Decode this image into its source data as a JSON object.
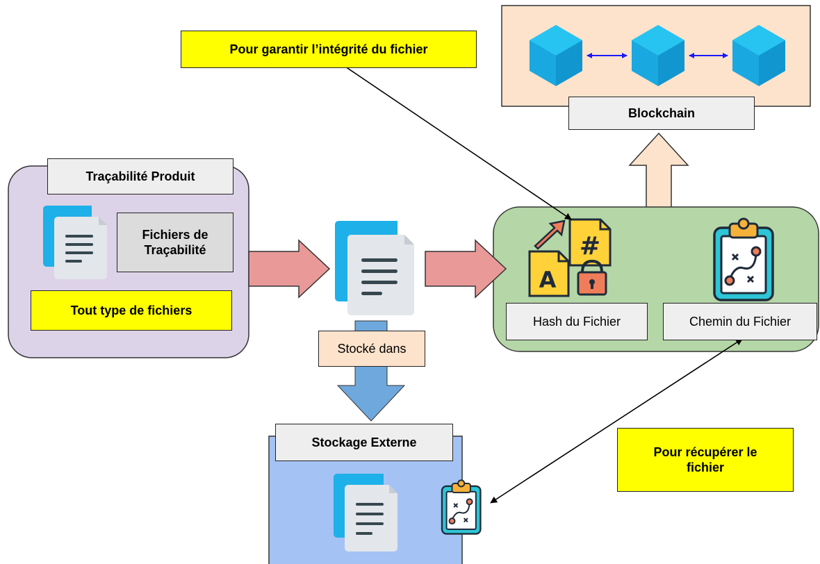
{
  "labels": {
    "integrity_note": "Pour garantir l’intégrité du fichier",
    "blockchain": "Blockchain",
    "tracabilite_produit": "Traçabilité Produit",
    "fichiers_tracabilite_line1": "Fichiers de",
    "fichiers_tracabilite_line2": "Traçabilité",
    "tout_type": "Tout type de fichiers",
    "hash_fichier": "Hash du Fichier",
    "chemin_fichier": "Chemin du Fichier",
    "stocke_dans": "Stocké dans",
    "stockage_externe": "Stockage Externe",
    "recuperer_line1": "Pour récupérer le",
    "recuperer_line2": "fichier"
  },
  "icons": {
    "source_document": "document-icon",
    "middle_document": "document-icon",
    "storage_document": "document-icon",
    "hash_files": "hash-lock-files-icon",
    "path_clipboard": "clipboard-route-icon",
    "storage_clipboard": "clipboard-route-icon",
    "blocks": [
      "cube-icon",
      "cube-icon",
      "cube-icon"
    ]
  },
  "colors": {
    "tracabilite_panel": "#ddd3e8",
    "blockchain_panel": "#fde3cc",
    "hash_panel": "#b5d6a7",
    "storage_panel": "#a4c2f4",
    "flow_arrow": "#ea9999",
    "up_arrow": "#fde3cc",
    "down_arrow": "#6fa8dc",
    "yellow_note": "#ffff00",
    "cube": "#1ab5ea",
    "link_arrow": "#1a1aff"
  }
}
